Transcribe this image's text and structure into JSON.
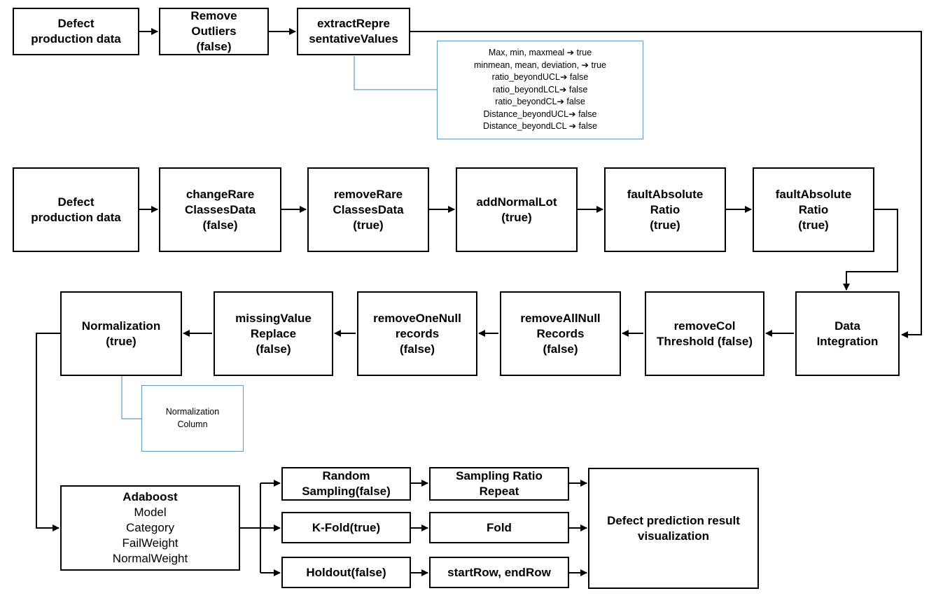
{
  "row1": {
    "defect_data": [
      "Defect",
      "production data"
    ],
    "remove_outliers": [
      "Remove",
      "Outliers",
      "(false)"
    ],
    "extract_values": [
      "extractRepre",
      "sentativeValues"
    ],
    "extract_note": [
      "Max, min, maxmeal ➔ true",
      "minmean, mean, deviation,  ➔ true",
      "ratio_beyondUCL➔ false",
      "ratio_beyondLCL➔ false",
      "ratio_beyondCL➔ false",
      "Distance_beyondUCL➔ false",
      "Distance_beyondLCL ➔ false"
    ]
  },
  "row2": {
    "defect_data": [
      "Defect",
      "production data"
    ],
    "change_rare": [
      "changeRare",
      "ClassesData",
      "(false)"
    ],
    "remove_rare": [
      "removeRare",
      "ClassesData",
      "(true)"
    ],
    "add_normal_lot": [
      "addNormalLot",
      "(true)"
    ],
    "fault_ratio_1": [
      "faultAbsolute",
      "Ratio",
      "(true)"
    ],
    "fault_ratio_2": [
      "faultAbsolute",
      "Ratio",
      "(true)"
    ]
  },
  "row3": {
    "data_integration": [
      "Data",
      "Integration"
    ],
    "remove_col_threshold": [
      "removeCol",
      "Threshold (false)"
    ],
    "remove_all_null": [
      "removeAllNull",
      "Records",
      "(false)"
    ],
    "remove_one_null": [
      "removeOneNull",
      "records",
      "(false)"
    ],
    "missing_value": [
      "missingValue",
      "Replace",
      "(false)"
    ],
    "normalization": [
      "Normalization",
      "(true)"
    ],
    "normalization_note": [
      "Normalization",
      "Column"
    ]
  },
  "row4": {
    "model": [
      "Adaboost",
      "Model",
      "Category",
      "FailWeight",
      "NormalWeight"
    ],
    "random_sampling": [
      "Random",
      "Sampling(false)"
    ],
    "sampling_params": [
      "Sampling Ratio",
      "Repeat"
    ],
    "kfold": [
      "K-Fold(true)"
    ],
    "fold_params": [
      "Fold"
    ],
    "holdout": [
      "Holdout(false)"
    ],
    "holdout_params": [
      "startRow, endRow"
    ],
    "result": [
      "Defect prediction result",
      "visualization"
    ]
  },
  "colors": {
    "box_border": "#000000",
    "note_border": "#5b9bd5",
    "connector": "#000000"
  }
}
